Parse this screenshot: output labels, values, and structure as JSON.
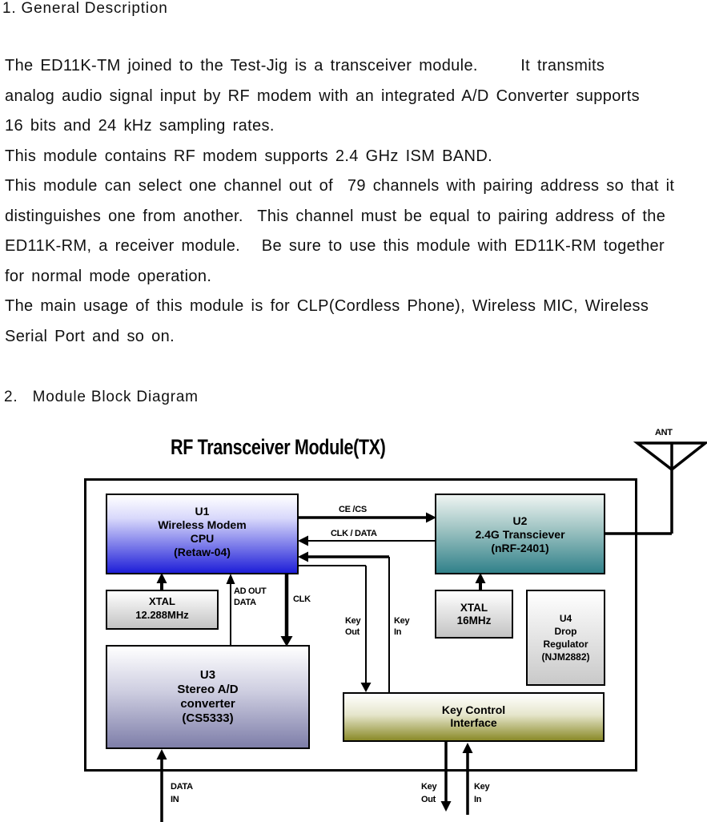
{
  "page": {
    "section1_title": "1. General Description",
    "intro_text": "The ED11K-TM joined to the Test-Jig is a transceiver module.      It transmits\nanalog audio signal input by RF modem with an integrated A/D Converter supports\n16 bits and 24 kHz sampling rates.\nThis module contains RF modem supports 2.4 GHz ISM BAND.\nThis module can select one channel out of  79 channels with pairing address so that it\ndistinguishes one from another.  This channel must be equal to pairing address of the\nED11K-RM, a receiver module.   Be sure to use this module with ED11K-RM together\nfor normal mode operation.\nThe main usage of this module is for CLP(Cordless Phone), Wireless MIC, Wireless\nSerial Port and so on.",
    "section2_title": "2.   Module Block Diagram"
  },
  "diagram": {
    "title": "RF Transceiver Module(TX)",
    "ant_label": "ANT",
    "blocks": {
      "u1": "U1\nWireless Modem\nCPU\n(Retaw-04)",
      "u2": "U2\n2.4G Transciever\n(nRF-2401)",
      "xtal1": "XTAL\n12.288MHz",
      "u3": "U3\nStereo A/D\nconverter\n(CS5333)",
      "xtal2": "XTAL\n16MHz",
      "u4": "U4\nDrop\nRegulator\n(NJM2882)",
      "key_control": "Key Control\nInterface"
    },
    "labels": {
      "ce_cs": "CE /CS",
      "clk_data": "CLK /  DATA",
      "ad_out_data": "AD OUT\nDATA",
      "clk": "CLK",
      "key_out_top": "Key\nOut",
      "key_in_top": "Key\nIn",
      "data_in": "DATA\nIN",
      "key_out_bottom": "Key\nOut",
      "key_in_bottom": "Key\nIn"
    },
    "colors": {
      "u1-bottom": "#1e1ed8",
      "u2-bottom": "#31818a",
      "u3-bottom": "#7e7ea9",
      "keyctl-bottom": "#8a8a28",
      "gray-bottom": "#c3c3c3",
      "line": "#000000"
    }
  }
}
